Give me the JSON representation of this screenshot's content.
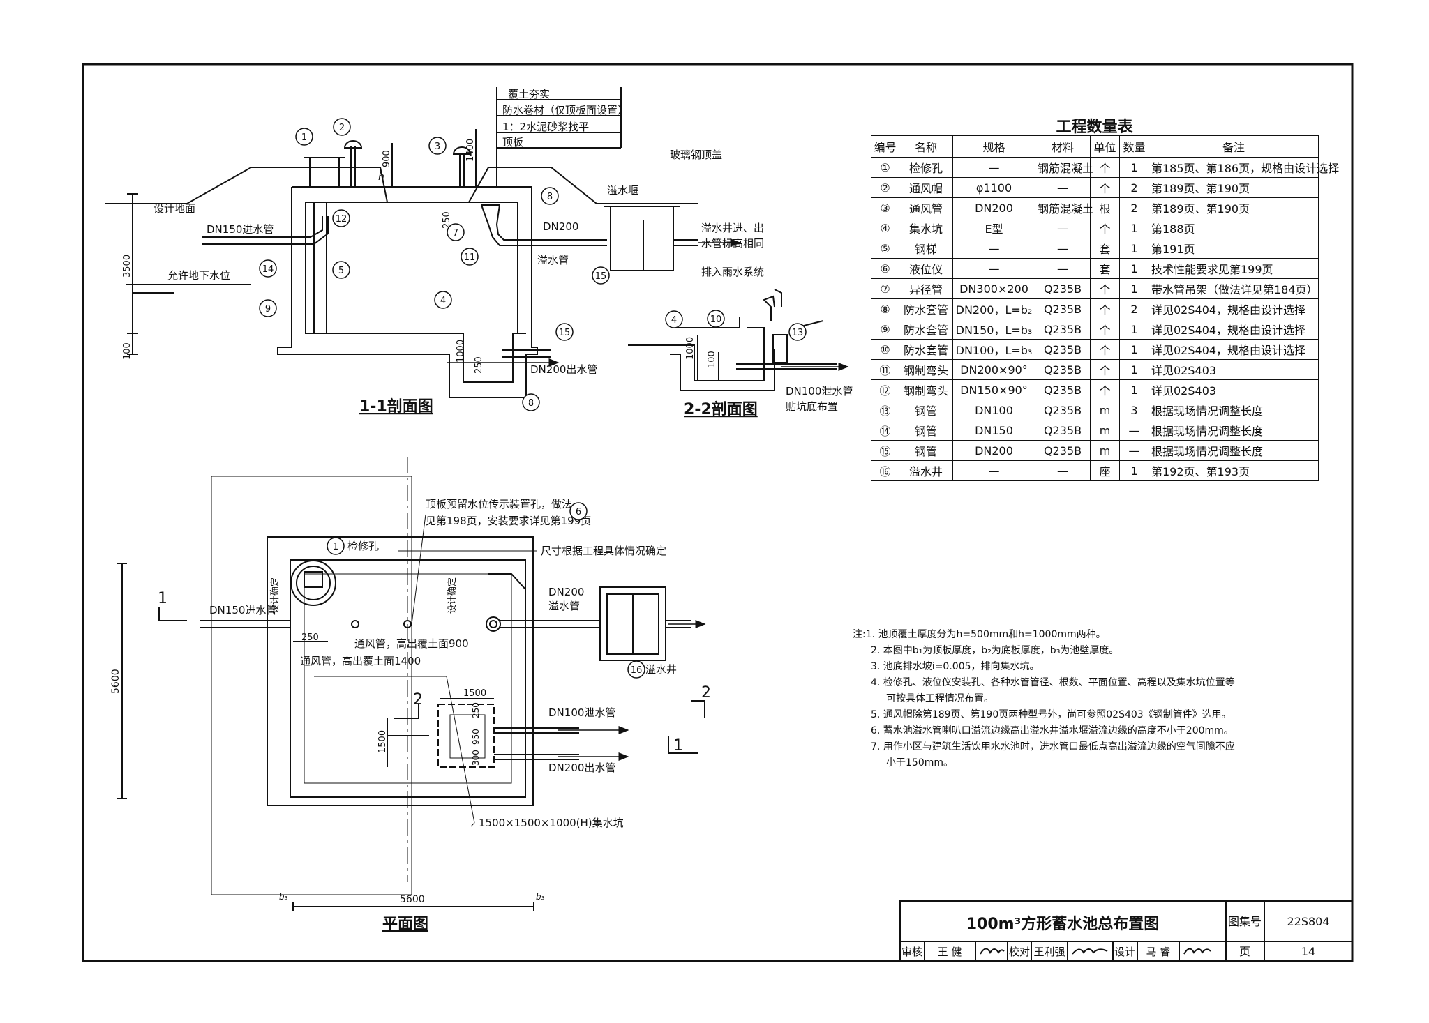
{
  "drawing": {
    "title": "100m³方形蓄水池总布置图",
    "atlas_label": "图集号",
    "atlas_no": "22S804",
    "page_label": "页",
    "page_no": "14",
    "reviewer_label": "审核",
    "reviewer": "王 健",
    "checker_label": "校对",
    "checker": "王利强",
    "designer_label": "设计",
    "designer": "马 睿"
  },
  "section11": {
    "title": "1-1剖面图",
    "layers": [
      "覆土夯实",
      "防水卷材（仅顶板面设置）",
      "1：2水泥砂浆找平",
      "顶板"
    ],
    "ground": "设计地面",
    "groundwater": "允许地下水位",
    "inlet": "DN150进水管",
    "overflow_dn": "DN200",
    "overflow_pipe": "溢水管",
    "outlet": "DN200出水管",
    "weir": "溢水堰",
    "cover": "玻璃钢顶盖",
    "same_elev": "溢水井进、出",
    "same_elev2": "水管标高相同",
    "drain": "排入雨水系统",
    "dim_3500": "3500",
    "dim_100": "100",
    "dim_900": "900",
    "dim_1400": "1400",
    "dim_250": "250",
    "dim_1000": "1000",
    "dim_250b": "250",
    "h_label": "h"
  },
  "section22": {
    "title": "2-2剖面图",
    "drain": "DN100泄水管",
    "drain2": "贴坑底布置",
    "dim_1000": "1000",
    "dim_100": "100"
  },
  "plan": {
    "title": "平面图",
    "hatch_note1": "顶板预留水位传示装置孔，做法",
    "hatch_note2": "见第198页，安装要求详见第199页",
    "size_note": "尺寸根据工程具体情况确定",
    "manhole": "检修孔",
    "inlet": "DN150进水管",
    "vent1": "通风管，高出覆土面900",
    "vent2": "通风管，高出覆土面1400",
    "overflow_dn": "DN200",
    "overflow": "溢水管",
    "overflow_well": "溢水井",
    "drain": "DN100泄水管",
    "outlet": "DN200出水管",
    "sump": "1500×1500×1000(H)集水坑",
    "design_fix": "设计确定",
    "dim_5600_v": "5600",
    "dim_5600_h": "5600",
    "dim_250": "250",
    "dim_1500a": "1500",
    "dim_1500b": "1500",
    "dim_250b": "250",
    "dim_950": "950",
    "dim_300": "300",
    "sec1": "1",
    "sec2": "2",
    "b3": "b₃"
  },
  "quantity_table": {
    "title": "工程数量表",
    "headers": [
      "编号",
      "名称",
      "规格",
      "材料",
      "单位",
      "数量",
      "备注"
    ],
    "rows": [
      [
        "①",
        "检修孔",
        "—",
        "钢筋混凝土",
        "个",
        "1",
        "第185页、第186页，规格由设计选择"
      ],
      [
        "②",
        "通风帽",
        "φ1100",
        "—",
        "个",
        "2",
        "第189页、第190页"
      ],
      [
        "③",
        "通风管",
        "DN200",
        "钢筋混凝土",
        "根",
        "2",
        "第189页、第190页"
      ],
      [
        "④",
        "集水坑",
        "E型",
        "—",
        "个",
        "1",
        "第188页"
      ],
      [
        "⑤",
        "钢梯",
        "—",
        "—",
        "套",
        "1",
        "第191页"
      ],
      [
        "⑥",
        "液位仪",
        "—",
        "—",
        "套",
        "1",
        "技术性能要求见第199页"
      ],
      [
        "⑦",
        "异径管",
        "DN300×200",
        "Q235B",
        "个",
        "1",
        "带水管吊架（做法详见第184页）"
      ],
      [
        "⑧",
        "防水套管",
        "DN200，L=b₂",
        "Q235B",
        "个",
        "2",
        "详见02S404，规格由设计选择"
      ],
      [
        "⑨",
        "防水套管",
        "DN150，L=b₃",
        "Q235B",
        "个",
        "1",
        "详见02S404，规格由设计选择"
      ],
      [
        "⑩",
        "防水套管",
        "DN100，L=b₃",
        "Q235B",
        "个",
        "1",
        "详见02S404，规格由设计选择"
      ],
      [
        "⑪",
        "钢制弯头",
        "DN200×90°",
        "Q235B",
        "个",
        "1",
        "详见02S403"
      ],
      [
        "⑫",
        "钢制弯头",
        "DN150×90°",
        "Q235B",
        "个",
        "1",
        "详见02S403"
      ],
      [
        "⑬",
        "钢管",
        "DN100",
        "Q235B",
        "m",
        "3",
        "根据现场情况调整长度"
      ],
      [
        "⑭",
        "钢管",
        "DN150",
        "Q235B",
        "m",
        "—",
        "根据现场情况调整长度"
      ],
      [
        "⑮",
        "钢管",
        "DN200",
        "Q235B",
        "m",
        "—",
        "根据现场情况调整长度"
      ],
      [
        "⑯",
        "溢水井",
        "—",
        "—",
        "座",
        "1",
        "第192页、第193页"
      ]
    ]
  },
  "notes": {
    "lines": [
      "注:1. 池顶覆土厚度分为h=500mm和h=1000mm两种。",
      "2. 本图中b₁为顶板厚度，b₂为底板厚度，b₃为池壁厚度。",
      "3. 池底排水坡i=0.005，排向集水坑。",
      "4. 检修孔、液位仪安装孔、各种水管管径、根数、平面位置、高程以及集水坑位置等",
      "可按具体工程情况布置。",
      "5. 通风帽除第189页、第190页两种型号外，尚可参照02S403《钢制管件》选用。",
      "6. 蓄水池溢水管喇叭口溢流边缘高出溢水井溢水堰溢流边缘的高度不小于200mm。",
      "7. 用作小区与建筑生活饮用水水池时，进水管口最低点高出溢流边缘的空气间隙不应",
      "小于150mm。"
    ]
  },
  "callouts": [
    "1",
    "2",
    "3",
    "4",
    "5",
    "6",
    "7",
    "8",
    "9",
    "10",
    "11",
    "12",
    "13",
    "14",
    "15",
    "16"
  ]
}
